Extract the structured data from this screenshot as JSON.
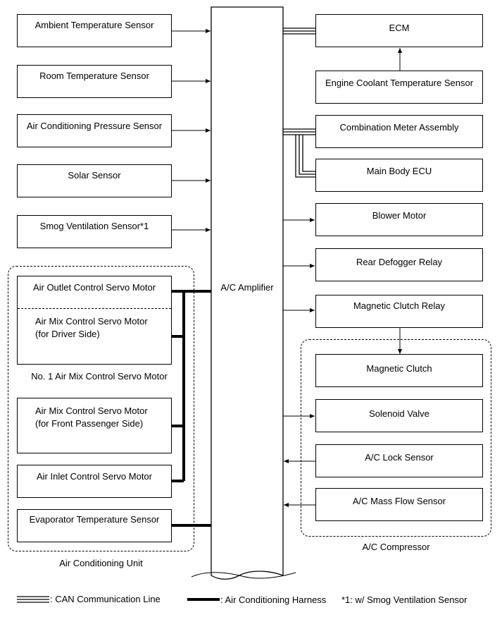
{
  "amplifier": {
    "label": "A/C Amplifier"
  },
  "left_sensors": [
    {
      "label": "Ambient Temperature Sensor"
    },
    {
      "label": "Room Temperature Sensor"
    },
    {
      "label": "Air Conditioning Pressure Sensor"
    },
    {
      "label": "Solar Sensor"
    },
    {
      "label": "Smog Ventilation Sensor*1"
    }
  ],
  "ac_unit": {
    "group_label": "Air Conditioning Unit",
    "outlet_motor": "Air Outlet Control Servo Motor",
    "driver_mix_motor_line1": "Air Mix Control Servo Motor",
    "driver_mix_motor_line2": "(for Driver Side)",
    "no1_mix_label": "No. 1 Air Mix Control Servo Motor",
    "passenger_mix_motor_line1": "Air Mix Control Servo Motor",
    "passenger_mix_motor_line2": "(for Front Passenger Side)",
    "inlet_motor": "Air Inlet Control Servo Motor",
    "evaporator_sensor": "Evaporator Temperature Sensor"
  },
  "right_units": {
    "ecm": "ECM",
    "engine_coolant": "Engine Coolant Temperature Sensor",
    "combination_meter": "Combination Meter Assembly",
    "main_body_ecu": "Main Body ECU",
    "blower_motor": "Blower Motor",
    "rear_defogger": "Rear Defogger Relay",
    "magnetic_clutch_relay": "Magnetic Clutch Relay"
  },
  "compressor": {
    "group_label": "A/C Compressor",
    "magnetic_clutch": "Magnetic Clutch",
    "solenoid_valve": "Solenoid Valve",
    "lock_sensor": "A/C Lock Sensor",
    "mass_flow_sensor": "A/C Mass Flow Sensor"
  },
  "legend": {
    "can_line": ": CAN Communication Line",
    "harness": ": Air Conditioning Harness",
    "footnote": "*1: w/ Smog Ventilation Sensor"
  }
}
